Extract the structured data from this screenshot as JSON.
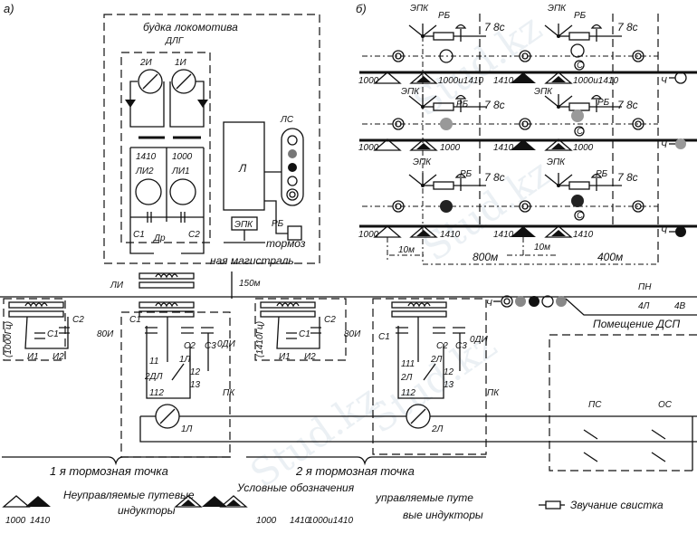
{
  "panel_a": {
    "label": "а)",
    "cab_title": "будка локомотива",
    "dlg": "ДЛГ",
    "i2": "2И",
    "i1": "1И",
    "f1410": "1410",
    "f1000": "1000",
    "li2": "ЛИ2",
    "li1": "ЛИ1",
    "c1": "С1",
    "dr": "Др",
    "c2": "С2",
    "l": "Л",
    "lc": "ЛС",
    "rb": "РБ",
    "epk": "ЭПК",
    "brake_1": "тормоз",
    "brake_2": "ная магистраль",
    "li": "ЛИ",
    "dist_150": "150м"
  },
  "track_a": {
    "p1_freq": "(1000Гц)",
    "p1_c1": "С1",
    "p1_c2": "С2",
    "p1_i1": "И1",
    "p1_i2": "И2",
    "p1_80i": "80И",
    "p1c_c1": "С1",
    "p1c_c2": "С2",
    "p1c_c3": "С3",
    "p1c_odi": "0ДИ",
    "p1c_11": "11",
    "p1c_1l": "1Л",
    "p1c_2dl": "2ДЛ",
    "p1c_12": "12",
    "p1c_13": "13",
    "p1c_112": "112",
    "p1c_pk": "ПК",
    "lamp_1": "1Л",
    "p2_freq": "(1410Гц)",
    "p2_c1": "С1",
    "p2_c2": "С2",
    "p2_i1": "И1",
    "p2_i2": "И2",
    "p2_80i": "80И",
    "p2c_c1": "С1",
    "p2c_c2": "С2",
    "p2c_c3": "С3",
    "p2c_odi": "0ДИ",
    "p2c_111": "111",
    "p2c_2l": "2Л",
    "p2c_2l_b": "2Л",
    "p2c_12": "12",
    "p2c_13": "13",
    "p2c_112": "112",
    "p2c_pk": "ПК",
    "lamp_2": "2Л",
    "ch": "Ч",
    "pn": "ПН",
    "l4": "4Л",
    "v4": "4В",
    "dsp_room": "Помещение ДСП",
    "ps": "ПС",
    "os": "ОС",
    "brake_point_1": "1 я тормозная точка",
    "brake_point_2": "2 я тормозная точка"
  },
  "panel_b": {
    "label": "б)",
    "epk": "ЭПК",
    "rb": "РБ",
    "sig": "7 8с",
    "c": "С",
    "f1000": "1000",
    "f1410": "1410",
    "f_both": "1000и1410",
    "ch": "Ч",
    "d10": "10м",
    "d800": "800м",
    "d400": "400м"
  },
  "legend": {
    "title": "Условные обозначения",
    "uncontrolled_1": "Неуправляемые путевые",
    "uncontrolled_2": "индукторы",
    "controlled_1": "управляемые      путе",
    "controlled_2": "вые индукторы",
    "f1000": "1000",
    "f1410": "1410",
    "c1000": "1000",
    "c1410": "1410",
    "c_both": "1000и1410",
    "whistle": "Звучание свистка"
  },
  "watermark": "Stud.kz"
}
